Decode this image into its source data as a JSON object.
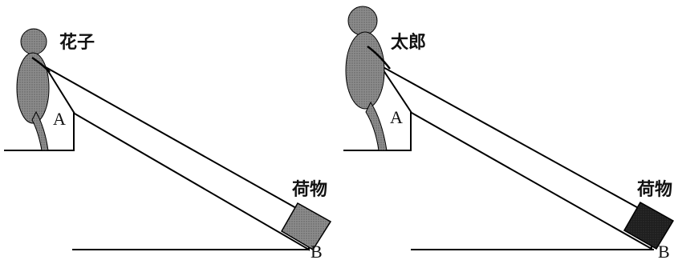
{
  "panels": [
    {
      "person_label": "花子",
      "point_top": "A",
      "point_bottom": "B",
      "cargo_label": "荷物",
      "person_color": "#7a7a7a",
      "cargo_color": "#6e6e6e"
    },
    {
      "person_label": "太郎",
      "point_top": "A",
      "point_bottom": "B",
      "cargo_label": "荷物",
      "person_color": "#7a7a7a",
      "cargo_color": "#1a1a1a"
    }
  ]
}
